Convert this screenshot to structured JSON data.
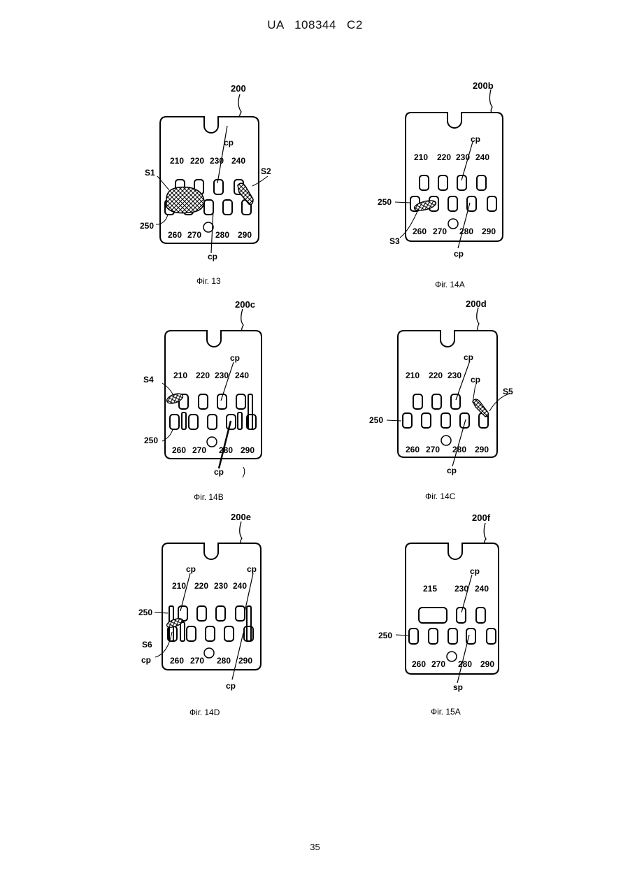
{
  "header": {
    "text": "UA   108344   C2"
  },
  "page_number": "35",
  "figures": [
    {
      "id": "fig13",
      "ref": "200",
      "caption": "Фіг. 13",
      "top_labels": [
        "210",
        "220",
        "230",
        "240"
      ],
      "bottom_labels": [
        "250",
        "260",
        "270",
        "280",
        "290"
      ],
      "other_labels": [
        "S1",
        "S2",
        "cp",
        "cp"
      ]
    },
    {
      "id": "fig14a",
      "ref": "200b",
      "caption": "Фіг. 14A",
      "top_labels": [
        "210",
        "220",
        "230",
        "240"
      ],
      "bottom_labels": [
        "250",
        "260",
        "270",
        "280",
        "290"
      ],
      "other_labels": [
        "S3",
        "cp",
        "cp"
      ]
    },
    {
      "id": "fig14b",
      "ref": "200c",
      "caption": "Фіг. 14B",
      "top_labels": [
        "210",
        "220",
        "230",
        "240"
      ],
      "bottom_labels": [
        "250",
        "260",
        "270",
        "280",
        "290"
      ],
      "other_labels": [
        "S4",
        "cp",
        "cp"
      ]
    },
    {
      "id": "fig14c",
      "ref": "200d",
      "caption": "Фіг. 14C",
      "top_labels": [
        "210",
        "220",
        "230"
      ],
      "bottom_labels": [
        "250",
        "260",
        "270",
        "280",
        "290"
      ],
      "other_labels": [
        "S5",
        "cp",
        "cp",
        "cp"
      ]
    },
    {
      "id": "fig14d",
      "ref": "200e",
      "caption": "Фіг. 14D",
      "top_labels": [
        "210",
        "220",
        "230",
        "240"
      ],
      "bottom_labels": [
        "250",
        "260",
        "270",
        "280",
        "290"
      ],
      "other_labels": [
        "S6",
        "cp",
        "cp",
        "cp",
        "cp"
      ]
    },
    {
      "id": "fig15a",
      "ref": "200f",
      "caption": "Фіг. 15A",
      "top_labels": [
        "215",
        "230",
        "240"
      ],
      "bottom_labels": [
        "250",
        "260",
        "270",
        "280",
        "290"
      ],
      "other_labels": [
        "cp",
        "sp"
      ]
    }
  ]
}
